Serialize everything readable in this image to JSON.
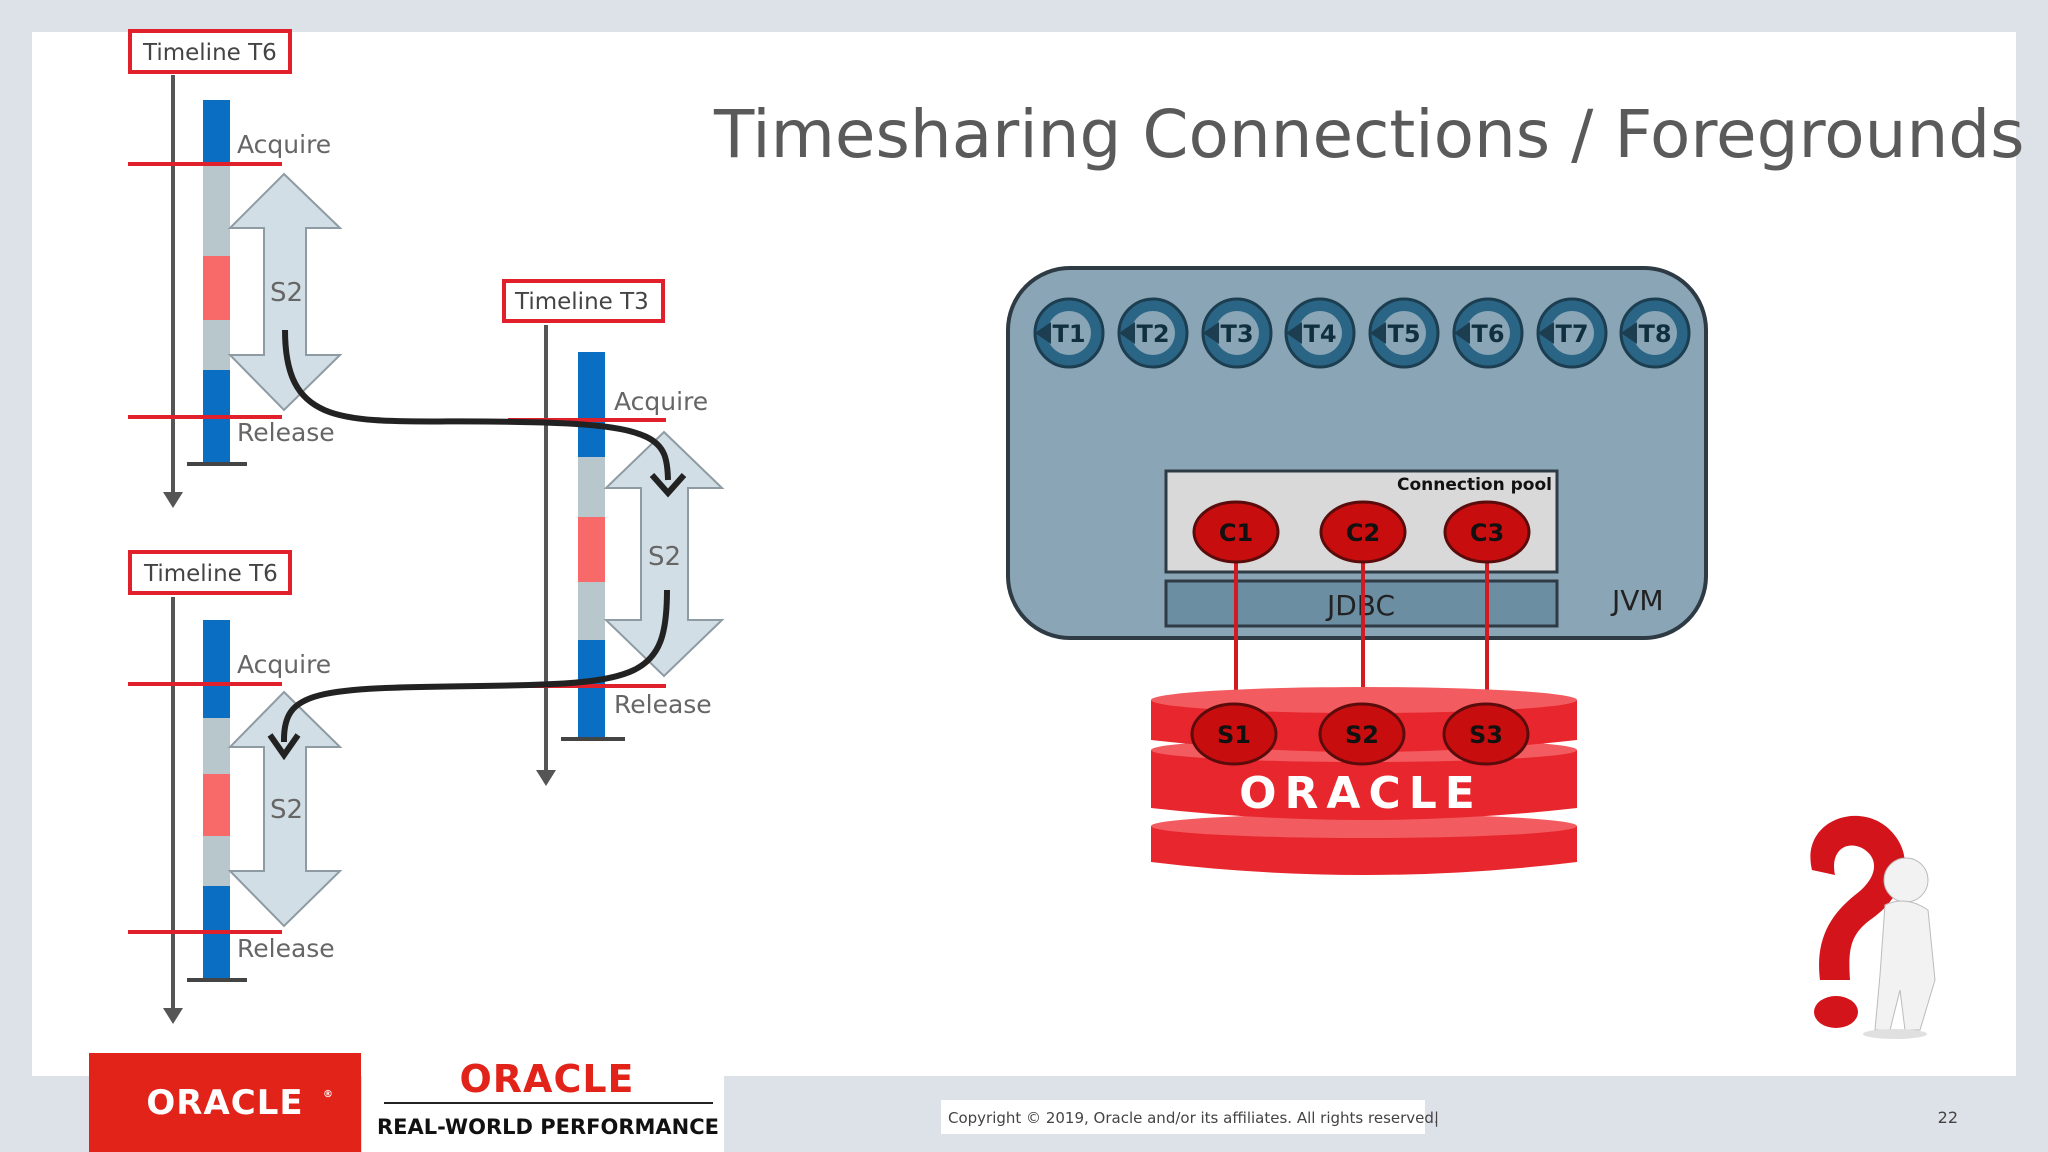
{
  "slide": {
    "title": "Timesharing Connections / Foregrounds",
    "page_number": "22",
    "copyright": "Copyright © 2019, Oracle and/or its affiliates. All rights reserved.",
    "separator": "|"
  },
  "timelines": [
    {
      "label": "Timeline T6",
      "acquire": "Acquire",
      "release": "Release",
      "session": "S2"
    },
    {
      "label": "Timeline T3",
      "acquire": "Acquire",
      "release": "Release",
      "session": "S2"
    },
    {
      "label": "Timeline T6",
      "acquire": "Acquire",
      "release": "Release",
      "session": "S2"
    }
  ],
  "jvm": {
    "label": "JVM",
    "threads": [
      "T1",
      "T2",
      "T3",
      "T4",
      "T5",
      "T6",
      "T7",
      "T8"
    ],
    "pool_label": "Connection pool",
    "connections": [
      "C1",
      "C2",
      "C3"
    ],
    "jdbc_label": "JDBC"
  },
  "database": {
    "brand": "ORACLE",
    "sessions": [
      "S1",
      "S2",
      "S3"
    ]
  },
  "logos": {
    "oracle_white": "ORACLE",
    "oracle_red": "ORACLE",
    "tagline": "REAL-WORLD PERFORMANCE"
  },
  "colors": {
    "timeline_red": "#e0202a",
    "bar_blue": "#0a6fc2",
    "bar_grey": "#b7c7cc",
    "bar_pink": "#f86a6a",
    "arrow_fill": "#d2dee5",
    "jvm_fill": "#8aa6b6",
    "thread_fill": "#2b6585",
    "conn_fill": "#c70d0d",
    "db_red": "#e8262d"
  }
}
